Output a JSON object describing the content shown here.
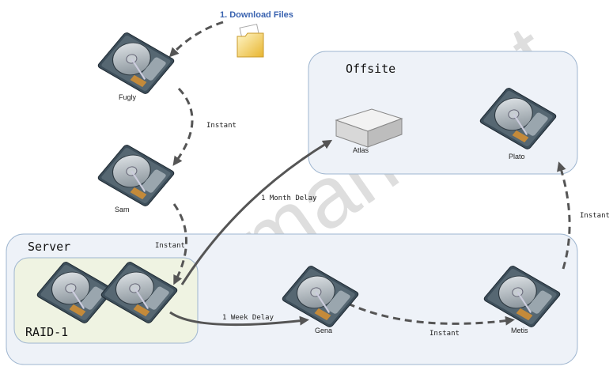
{
  "colors": {
    "accent": "#3a63b0",
    "box_fill": "#eef2f8",
    "box_stroke": "#9fb6d0",
    "raid_fill": "#eff3e2",
    "arrow": "#555555"
  },
  "download_label": "1. Download Files",
  "groups": {
    "offsite": "Offsite",
    "server": "Server",
    "raid": "RAID-1"
  },
  "drives": {
    "fugly": "Fugly",
    "sam": "Sam",
    "atlas": "Atlas",
    "plato": "Plato",
    "gena": "Gena",
    "metis": "Metis"
  },
  "links": {
    "fugly_sam": "Instant",
    "sam_raid": "Instant",
    "raid_atlas": "1 Month Delay",
    "raid_gena": "1 Week Delay",
    "gena_metis": "Instant",
    "metis_plato": "Instant"
  },
  "watermark": "RomanT.net"
}
